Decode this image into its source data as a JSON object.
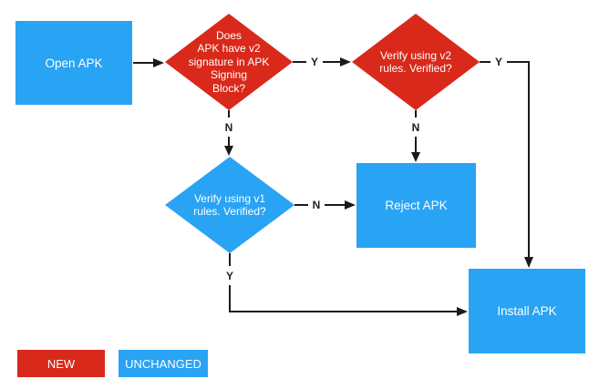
{
  "diagram": {
    "colors": {
      "new": "#d8291a",
      "unchanged": "#29a3f4",
      "shape_text": "#ffffff",
      "connector": "#1a1a1a",
      "edge_label": "#212121",
      "background": "#ffffff"
    },
    "nodes": {
      "open_apk": {
        "label": "Open APK",
        "status": "unchanged"
      },
      "v2_signature_check": {
        "full_text": "Does APK have v2 signature in APK Signing Block?",
        "lines": [
          "Does",
          "APK have v2",
          "signature in APK",
          "Signing",
          "Block?"
        ],
        "status": "new"
      },
      "v2_verify": {
        "full_text": "Verify using v2 rules. Verified?",
        "lines": [
          "Verify using v2",
          "rules. Verified?"
        ],
        "status": "new"
      },
      "v1_verify": {
        "full_text": "Verify using v1 rules. Verified?",
        "lines": [
          "Verify using v1",
          "rules. Verified?"
        ],
        "status": "unchanged"
      },
      "reject_apk": {
        "label": "Reject APK",
        "status": "unchanged"
      },
      "install_apk": {
        "label": "Install APK",
        "status": "unchanged"
      }
    },
    "edge_labels": {
      "v2_check_yes": "Y",
      "v2_check_no": "N",
      "v2_verify_yes": "Y",
      "v2_verify_no": "N",
      "v1_verify_no": "N",
      "v1_verify_yes": "Y"
    },
    "legend": {
      "new_label": "NEW",
      "unchanged_label": "UNCHANGED"
    }
  }
}
